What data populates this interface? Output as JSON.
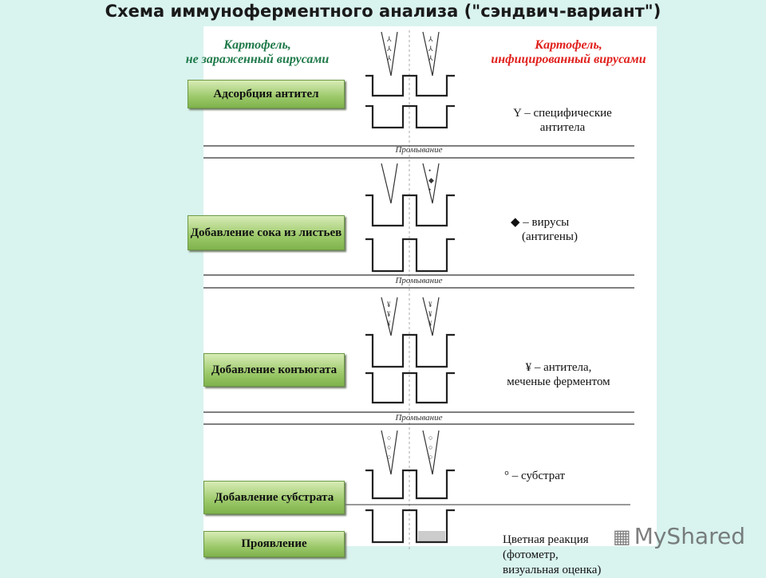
{
  "title": "Схема иммуноферментного анализа (\"сэндвич-вариант\")",
  "left_header": [
    "Картофель,",
    "не зараженный вирусами"
  ],
  "right_header": [
    "Картофель,",
    "инфицированный вирусами"
  ],
  "steps": [
    {
      "label": "Адсорбция антител"
    },
    {
      "label": "Добавление сока из листьев"
    },
    {
      "label": "Добавление конъюгата"
    },
    {
      "label": "Добавление субстрата"
    },
    {
      "label": "Проявление"
    }
  ],
  "wash": "Промывание",
  "legend": {
    "antibodies": [
      "Y – специфические",
      "антитела"
    ],
    "viruses": [
      "◆ – вирусы",
      "(антигены)"
    ],
    "conjugate": [
      "¥ – антитела,",
      "меченые ферментом"
    ],
    "substrate": "° – субстрат",
    "result": [
      "Цветная реакция",
      "(фотометр,",
      "визуальная оценка)"
    ]
  },
  "watermark": "MyShared",
  "colors": {
    "healthy": "#1f7a4a",
    "infected": "#e0201c"
  }
}
